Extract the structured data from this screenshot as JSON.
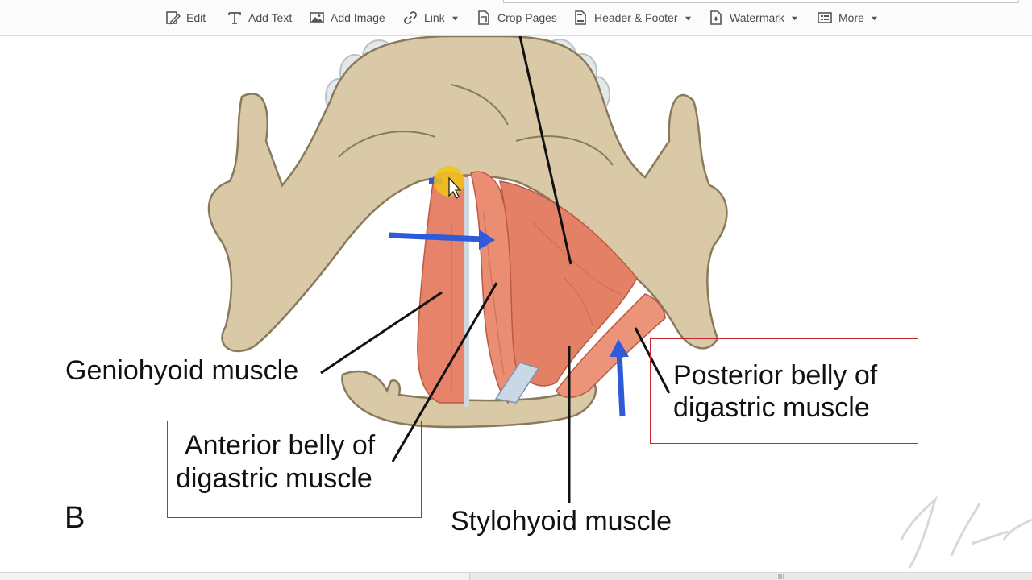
{
  "toolbar": {
    "edit": "Edit",
    "add_text": "Add Text",
    "add_image": "Add Image",
    "link": "Link",
    "crop_pages": "Crop Pages",
    "header_footer": "Header & Footer",
    "watermark": "Watermark",
    "more": "More"
  },
  "figure": {
    "panel_letter": "B",
    "labels": {
      "geniohyoid": "Geniohyoid muscle",
      "anterior_belly_line1": "Anterior belly of",
      "anterior_belly_line2": "digastric muscle",
      "posterior_belly_line1": "Posterior belly of",
      "posterior_belly_line2": "digastric muscle",
      "stylohyoid": "Stylohyoid muscle"
    },
    "colors": {
      "bone": "#d9c9a6",
      "muscle": "#e7836a",
      "arrow": "#2f5bd8",
      "highlight_box": "#c6262e",
      "cursor_highlight": "#f0c419"
    }
  }
}
